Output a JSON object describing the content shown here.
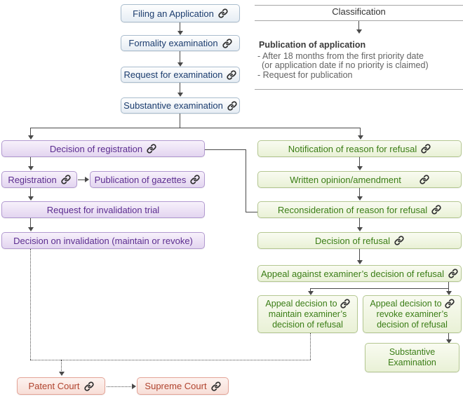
{
  "boxes": {
    "filing": "Filing an Application",
    "formality": "Formality examination",
    "request_exam": "Request for examination",
    "substantive_exam": "Substantive examination",
    "decision_registration": "Decision of registration",
    "registration": "Registration",
    "gazettes": "Publication of gazettes",
    "invalidation_trial": "Request for invalidation trial",
    "decision_invalidation": "Decision on invalidation (maintain or revoke)",
    "notification_refusal": "Notification of reason for refusal",
    "written_opinion": "Written opinion/amendment",
    "reconsideration": "Reconsideration of reason for refusal",
    "decision_refusal": "Decision of refusal",
    "appeal_against": "Appeal against examiner’s decision of refusal",
    "appeal_maintain": {
      "l1": "Appeal decision to",
      "l2": "maintain examiner’s",
      "l3": "decision of refusal"
    },
    "appeal_revoke": {
      "l1": "Appeal decision to",
      "l2": "revoke examiner’s",
      "l3": "decision of refusal"
    },
    "substantive_examination": {
      "l1": "Substantive",
      "l2": "Examination"
    },
    "patent_court": "Patent Court",
    "supreme_court": "Supreme Court"
  },
  "panel": {
    "title": "Classification",
    "heading": "Publication of application",
    "line1": "- After 18 months from the first priority date",
    "line2": "(or application date if no priority is claimed)",
    "line3": "- Request for publication"
  },
  "icons": {
    "link": "chain-link"
  },
  "colors": {
    "blue_text": "#1b3c6e",
    "purple_text": "#5b2c8f",
    "green_text": "#3a7d15",
    "pink_text": "#b0442f",
    "connector": "#4a4a4a",
    "panel_rule": "#a6a6a6"
  }
}
